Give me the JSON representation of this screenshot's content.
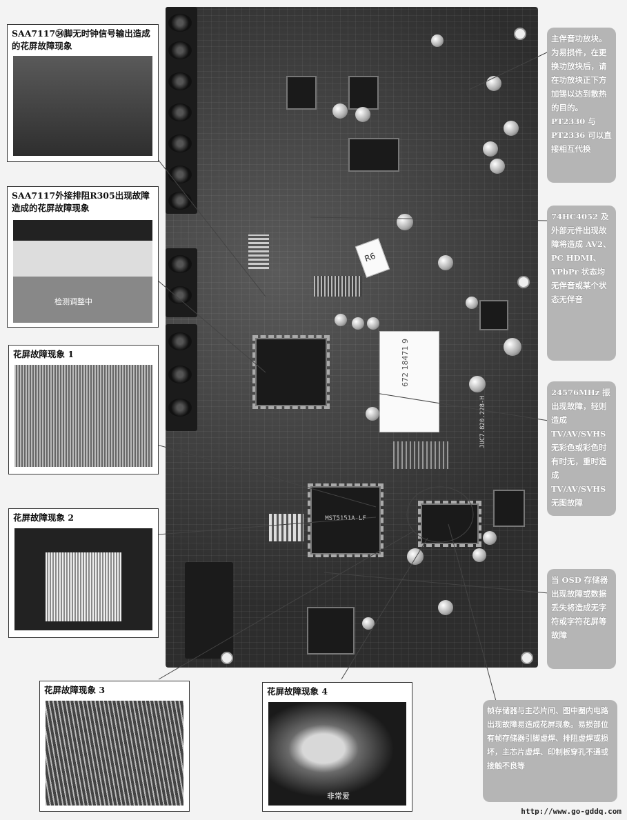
{
  "photo_captions": {
    "p1": "SAA7117㉞脚无时钟信号输出造成的花屏故障现象",
    "p2": "SAA7117外接排阻R305出现故障造成的花屏故障现象",
    "p3": "花屏故障现象 1",
    "p4": "花屏故障现象 2",
    "p5": "花屏故障现象 3",
    "p6": "花屏故障现象 4"
  },
  "photo_overlay_text": {
    "p2_screen": "检测调整中",
    "p6_screen": "非常爱"
  },
  "side_notes": {
    "amp": "主伴音功放块。为易损件，在更换功放块后，请在功放块正下方加锡以达到散热的目的。PT2330 与 PT2336 可以直接相互代换",
    "mux": "74HC4052 及外部元件出现故障将造成 AV2、PC HDMI、YPbPr 状态均无伴音或某个状态无伴音",
    "crystal": "24576MHz 振出现故障，轻则造成 TV/AV/SVHS 无彩色或彩色时有时无，重时造成 TV/AV/SVHS 无图故障",
    "osd": "当 OSD 存储器出现故障或数据丢失将造成无字符或字符花屏等故障",
    "frame": "帧存储器与主芯片间、图中圈内电路出现故障易造成花屏现象。易损部位有帧存储器引脚虚焊、排阻虚焊或损坏，主芯片虚焊、印制板穿孔不通或接触不良等"
  },
  "board_text": {
    "main_chip": "MST5151A-LF",
    "board_model": "JUC7.820.228-H",
    "sticker": "672 18471 9",
    "handwritten": "R6"
  },
  "footer": {
    "url": "http://www.go-gddq.com"
  }
}
